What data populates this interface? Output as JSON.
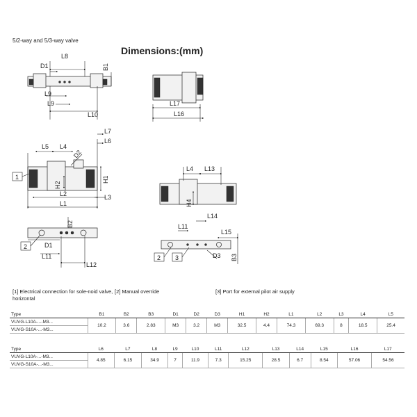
{
  "header": {
    "subtitle": "5/2-way and 5/3-way valve",
    "title": "Dimensions:(mm)"
  },
  "drawing_labels": {
    "top_left": [
      "L8",
      "D1",
      "B1",
      "L9",
      "L9",
      "L10"
    ],
    "top_right": [
      "L17",
      "L16"
    ],
    "front": [
      "L7",
      "L6",
      "L5",
      "L4",
      "D2",
      "H2",
      "H1",
      "L3",
      "L2",
      "L1"
    ],
    "bottom_left": [
      "B2",
      "D1",
      "L11",
      "L12"
    ],
    "side": [
      "L4",
      "L13",
      "H4",
      "L14",
      "L11",
      "L15",
      "D3",
      "B3"
    ],
    "callouts": [
      "1",
      "2",
      "2",
      "3"
    ]
  },
  "footnotes": {
    "fn1": "[1]   Electrical connection for sole-noid valve, horizontal",
    "fn2": "[2]   Manual override",
    "fn3": "[3]   Port for external pilot air supply"
  },
  "table1": {
    "headers": [
      "Type",
      "B1",
      "B2",
      "B3",
      "D1",
      "D2",
      "D3",
      "H1",
      "H2",
      "L1",
      "L2",
      "L3",
      "L4",
      "L5"
    ],
    "rows": [
      [
        "VUVG-L10A-...-M3...",
        "10.2",
        "3.6",
        "2.83",
        "M3",
        "3.2",
        "M3",
        "32.5",
        "4.4",
        "74.3",
        "69.3",
        "8",
        "18.5",
        "25.4"
      ],
      [
        "VUVG-S10A-...-M3...",
        "",
        "",
        "",
        "",
        "",
        "",
        "",
        "",
        "",
        "",
        "",
        "",
        ""
      ]
    ]
  },
  "table2": {
    "headers": [
      "Type",
      "L6",
      "L7",
      "L8",
      "L9",
      "L10",
      "L11",
      "L12",
      "L13",
      "L14",
      "L15",
      "L16",
      "L17"
    ],
    "rows": [
      [
        "VUVG-L10A-...-M3...",
        "4.85",
        "6.15",
        "34.9",
        "7",
        "11.9",
        "7.3",
        "15.25",
        "28.5",
        "6.7",
        "8.54",
        "57.06",
        "54.56"
      ],
      [
        "VUVG-S10A-...-M3...",
        "",
        "",
        "",
        "",
        "",
        "",
        "",
        "",
        "",
        "",
        "",
        ""
      ]
    ]
  }
}
